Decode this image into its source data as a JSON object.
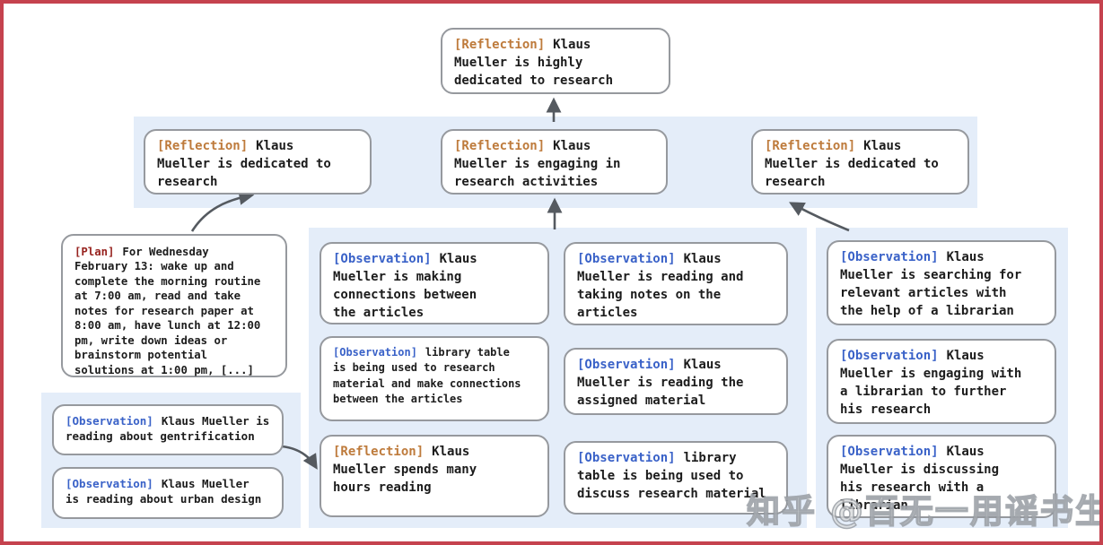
{
  "colors": {
    "frame_border": "#c5424e",
    "panel_bg": "#e4edf9",
    "box_border": "#96999e",
    "reflection_tag": "#be7b3c",
    "observation_tag": "#3a62c8",
    "plan_tag": "#97231f",
    "arrow": "#555a60"
  },
  "tree": {
    "root": {
      "tag": "[Reflection]",
      "text": "Klaus\nMueller is highly\ndedicated to research"
    },
    "level2": [
      {
        "tag": "[Reflection]",
        "text": "Klaus\nMueller is dedicated to\nresearch"
      },
      {
        "tag": "[Reflection]",
        "text": "Klaus\nMueller is engaging in\nresearch activities"
      },
      {
        "tag": "[Reflection]",
        "text": "Klaus\nMueller is dedicated to\nresearch"
      }
    ],
    "plan": {
      "tag": "[Plan]",
      "text": "For Wednesday\nFebruary 13: wake up and\ncomplete the morning routine\nat 7:00 am, read and take\nnotes for research paper at\n8:00 am, have lunch at 12:00\npm, write down ideas or\nbrainstorm potential\nsolutions at 1:00 pm, [...]"
    },
    "left_observations": [
      {
        "tag": "[Observation]",
        "text": "Klaus Mueller is\nreading about gentrification"
      },
      {
        "tag": "[Observation]",
        "text": "Klaus Mueller\nis reading about urban design"
      }
    ],
    "middle_col1": [
      {
        "tag": "[Observation]",
        "text": "Klaus\nMueller is making\nconnections between\nthe articles"
      },
      {
        "tag": "[Observation]",
        "text": "library table\nis being used to research\nmaterial and make connections\nbetween the articles"
      },
      {
        "tag": "[Reflection]",
        "text": "Klaus\nMueller spends many\nhours reading"
      }
    ],
    "middle_col2": [
      {
        "tag": "[Observation]",
        "text": "Klaus\nMueller is reading and\ntaking notes on the\narticles"
      },
      {
        "tag": "[Observation]",
        "text": "Klaus\nMueller is reading the\nassigned material"
      },
      {
        "tag": "[Observation]",
        "text": "library\ntable is being used to\ndiscuss research material"
      }
    ],
    "right_observations": [
      {
        "tag": "[Observation]",
        "text": "Klaus\nMueller is searching for\nrelevant articles with\nthe help of a librarian"
      },
      {
        "tag": "[Observation]",
        "text": "Klaus\nMueller is engaging with\na librarian to further\nhis research"
      },
      {
        "tag": "[Observation]",
        "text": "Klaus\nMueller is discussing\nhis research with a\nlibrarian"
      }
    ]
  },
  "watermark": {
    "text": "知乎 @百无一用谣书生"
  }
}
